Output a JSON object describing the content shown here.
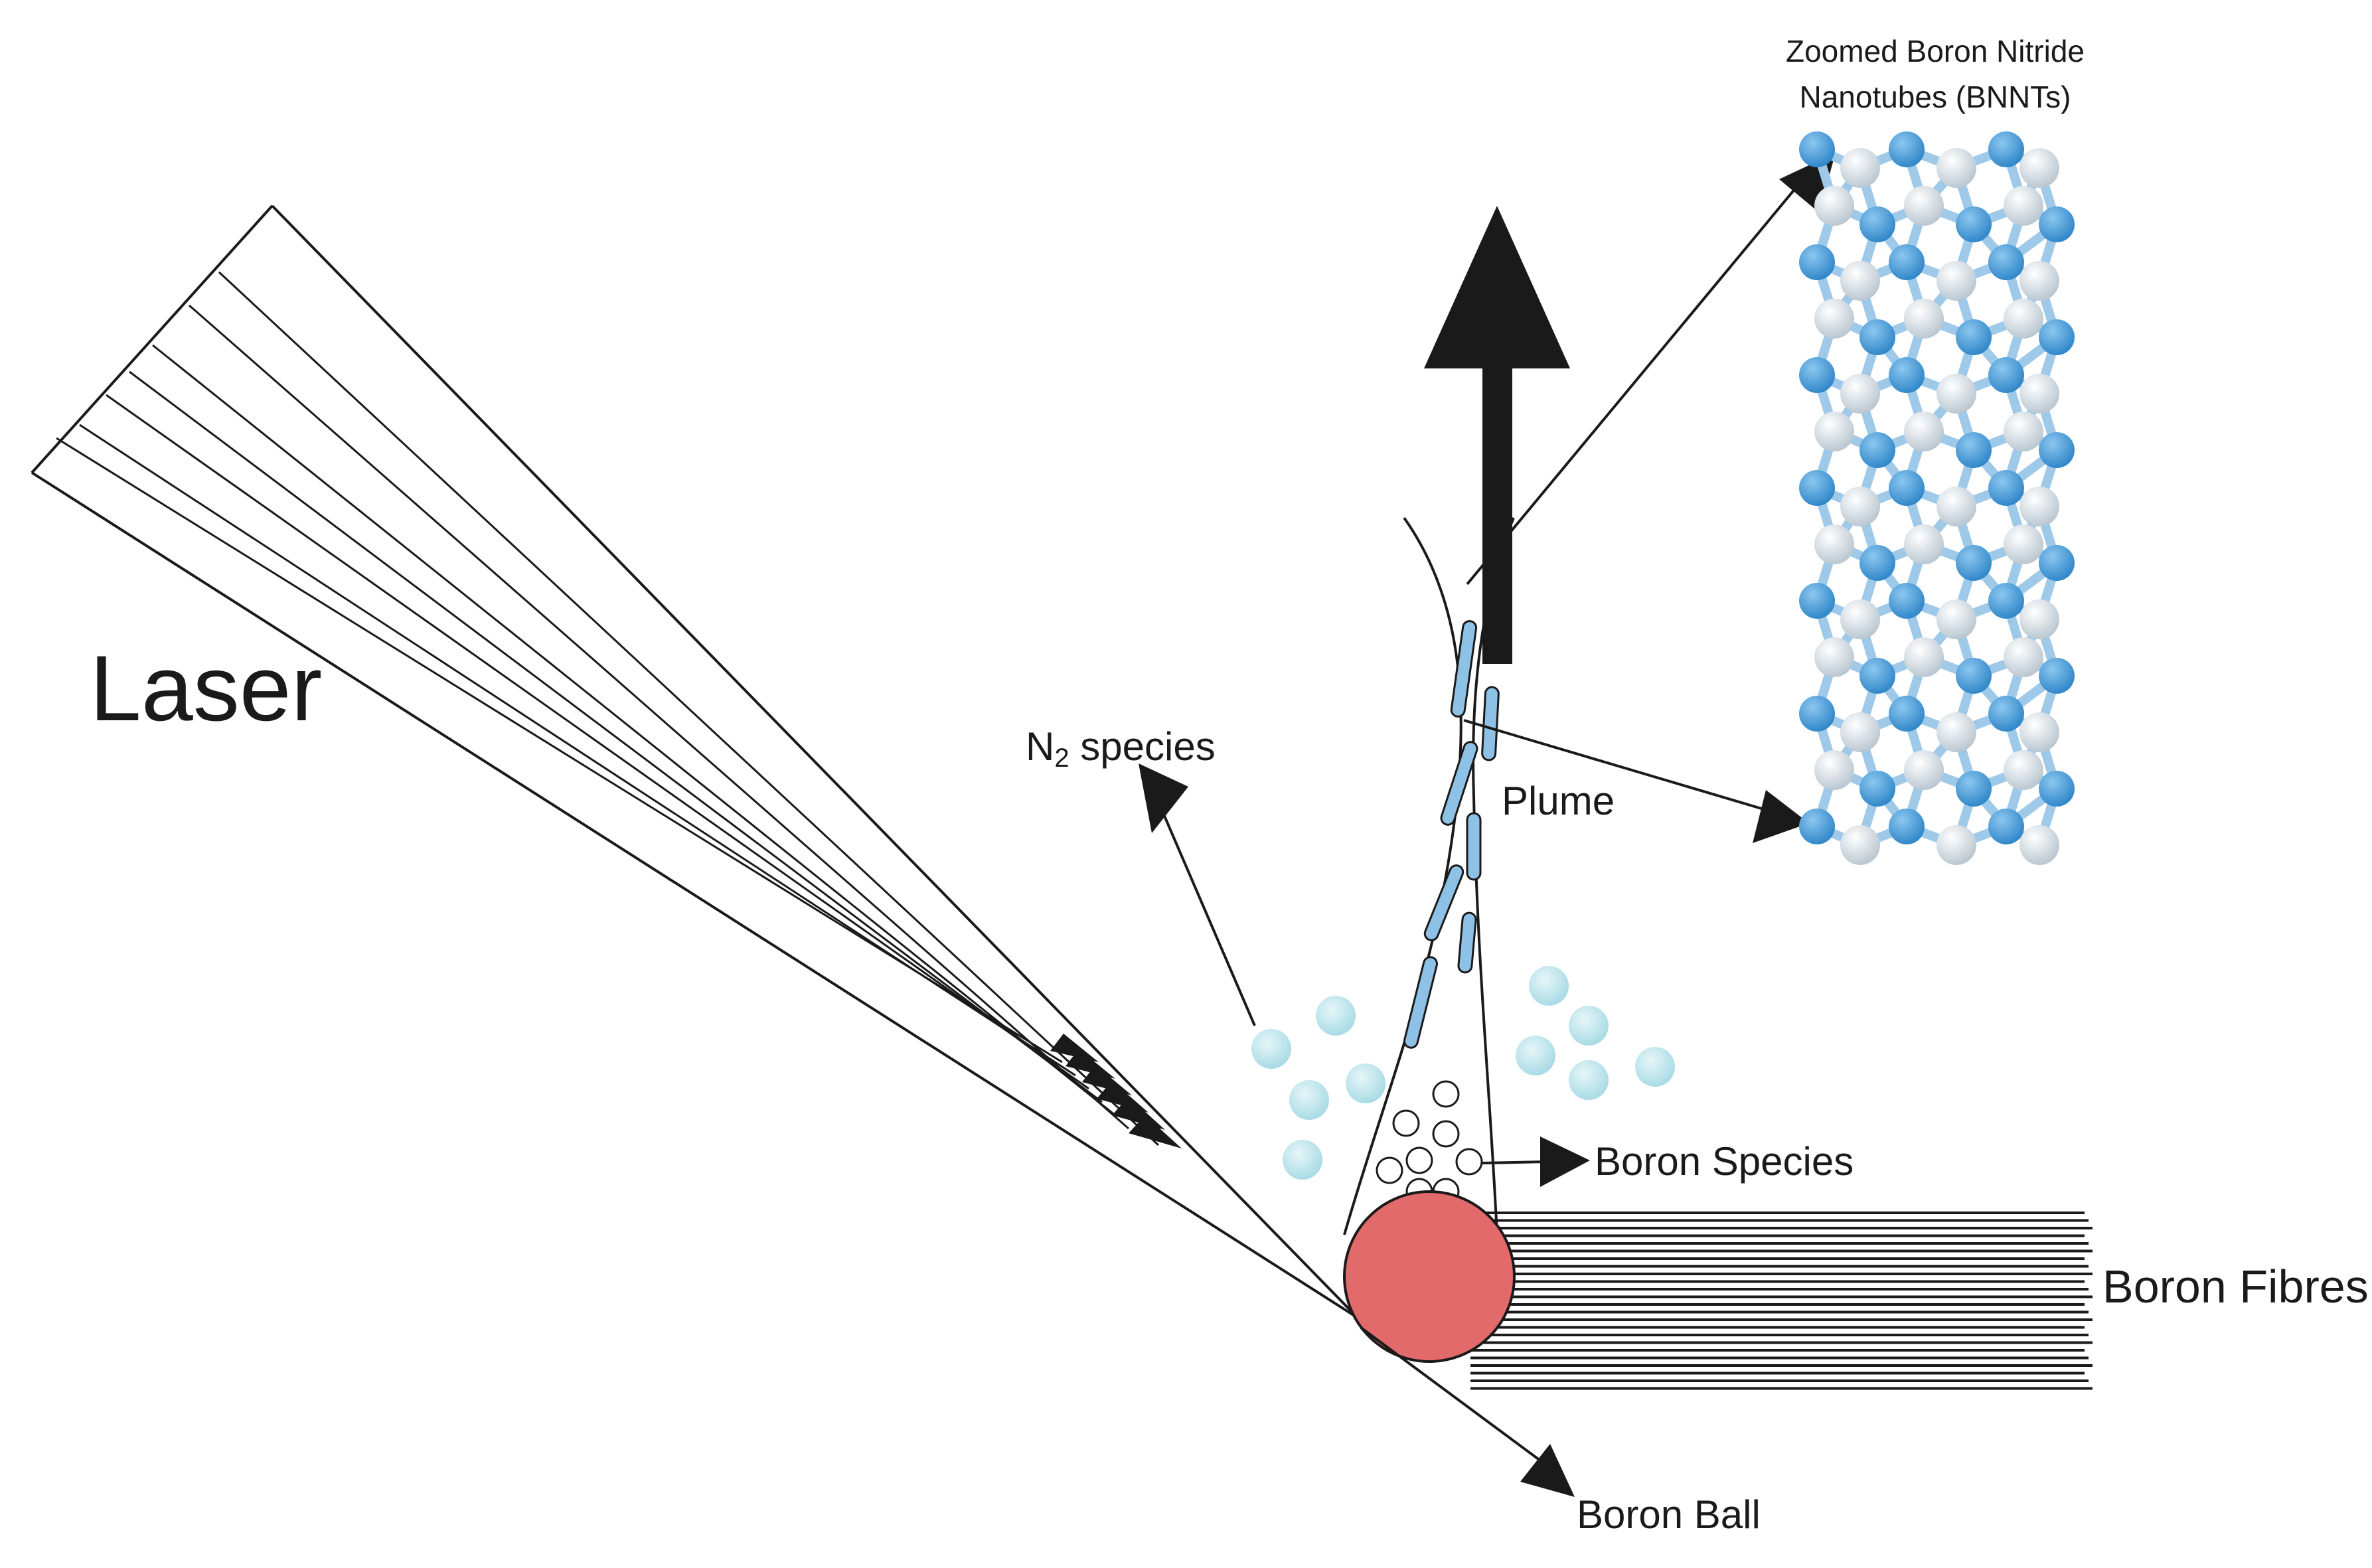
{
  "labels": {
    "laser": "Laser",
    "n2_main": "N",
    "n2_sub": "2",
    "n2_rest": " species",
    "plume": "Plume",
    "boron_species": "Boron Species",
    "boron_fibres": "Boron Fibres",
    "boron_ball": "Boron Ball",
    "title_line1": "Zoomed Boron Nitride",
    "title_line2": "Nanotubes (BNNTs)"
  },
  "colors": {
    "boron_ball_fill": "#e36a6a",
    "nitrogen_blue": "#3a96d8",
    "boron_white": "#e8eef2",
    "bond_color": "#9fc9e8",
    "n2_bubble": "#bfe4ec",
    "nanotube_pill": "#8ec1e6",
    "line_color": "#1a1a1a"
  },
  "icons": {
    "upward_arrow": "arrow-up-icon",
    "laser_arrows": "arrowhead-icon"
  }
}
